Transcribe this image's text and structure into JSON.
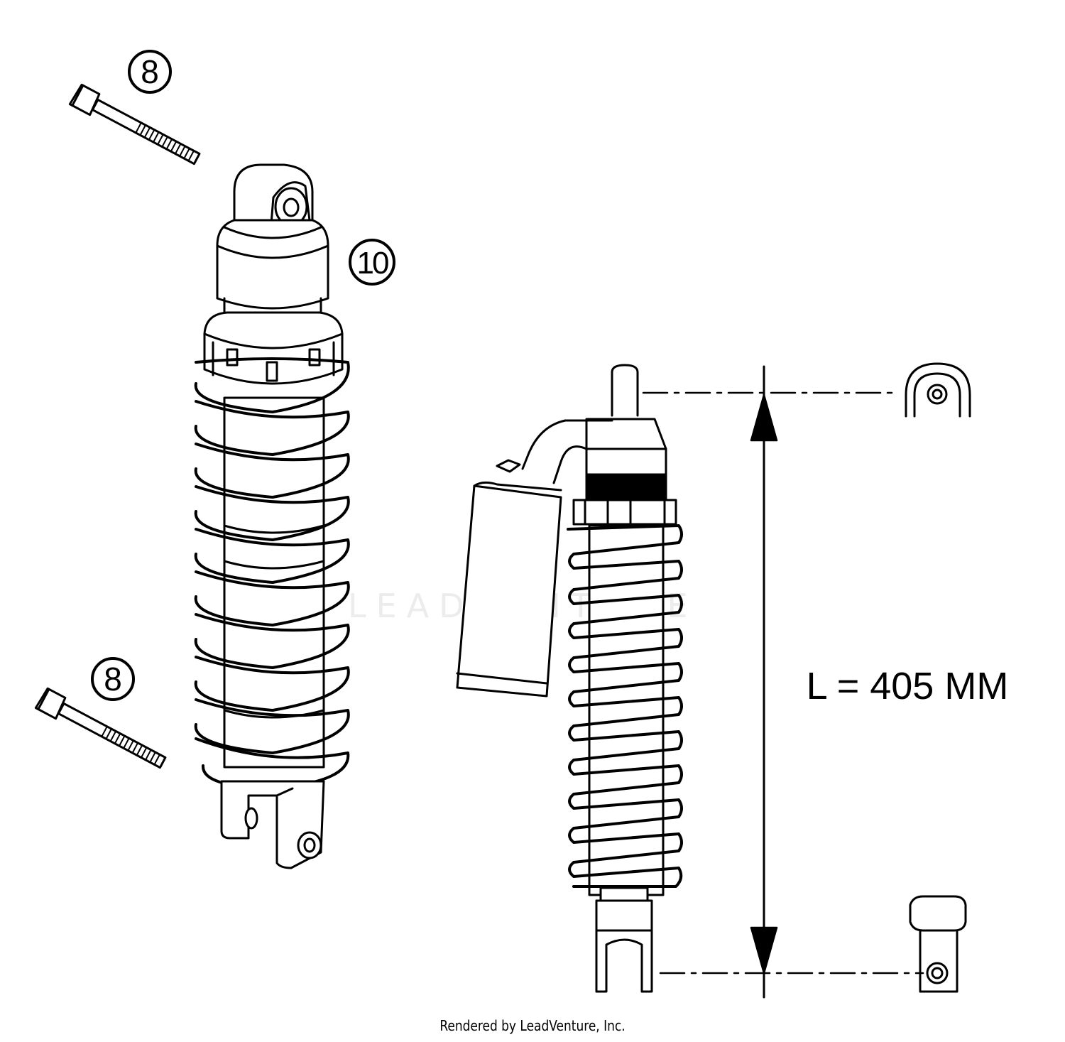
{
  "callouts": {
    "bolt_top": "8",
    "bolt_bottom": "8",
    "shock": "10"
  },
  "dimension": {
    "label": "L = 405 MM"
  },
  "watermark": "LEADVENTURE",
  "footer": "Rendered by LeadVenture, Inc."
}
